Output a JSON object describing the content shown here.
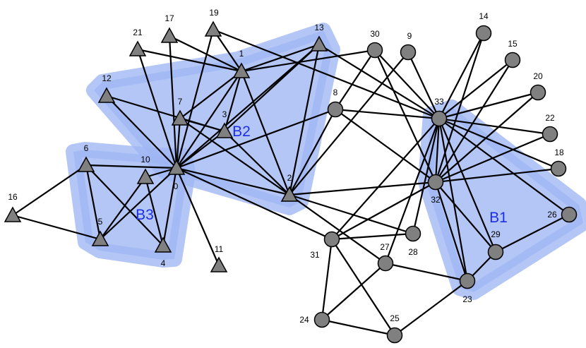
{
  "blocks": [
    {
      "id": "B1",
      "label": "B1",
      "color": "#9fb6f3"
    },
    {
      "id": "B2",
      "label": "B2",
      "color": "#9fb6f3"
    },
    {
      "id": "B3",
      "label": "B3",
      "color": "#9fb6f3"
    }
  ],
  "nodes": [
    {
      "id": "0",
      "label": "0",
      "shape": "triangle"
    },
    {
      "id": "1",
      "label": "1",
      "shape": "triangle"
    },
    {
      "id": "2",
      "label": "2",
      "shape": "triangle"
    },
    {
      "id": "3",
      "label": "3",
      "shape": "triangle"
    },
    {
      "id": "4",
      "label": "4",
      "shape": "triangle"
    },
    {
      "id": "5",
      "label": "5",
      "shape": "triangle"
    },
    {
      "id": "6",
      "label": "6",
      "shape": "triangle"
    },
    {
      "id": "7",
      "label": "7",
      "shape": "triangle"
    },
    {
      "id": "8",
      "label": "8",
      "shape": "circle"
    },
    {
      "id": "9",
      "label": "9",
      "shape": "circle"
    },
    {
      "id": "10",
      "label": "10",
      "shape": "triangle"
    },
    {
      "id": "11",
      "label": "11",
      "shape": "triangle"
    },
    {
      "id": "12",
      "label": "12",
      "shape": "triangle"
    },
    {
      "id": "13",
      "label": "13",
      "shape": "triangle"
    },
    {
      "id": "14",
      "label": "14",
      "shape": "circle"
    },
    {
      "id": "15",
      "label": "15",
      "shape": "circle"
    },
    {
      "id": "16",
      "label": "16",
      "shape": "triangle"
    },
    {
      "id": "17",
      "label": "17",
      "shape": "triangle"
    },
    {
      "id": "18",
      "label": "18",
      "shape": "circle"
    },
    {
      "id": "19",
      "label": "19",
      "shape": "triangle"
    },
    {
      "id": "20",
      "label": "20",
      "shape": "circle"
    },
    {
      "id": "21",
      "label": "21",
      "shape": "triangle"
    },
    {
      "id": "22",
      "label": "22",
      "shape": "circle"
    },
    {
      "id": "23",
      "label": "23",
      "shape": "circle"
    },
    {
      "id": "24",
      "label": "24",
      "shape": "circle"
    },
    {
      "id": "25",
      "label": "25",
      "shape": "circle"
    },
    {
      "id": "26",
      "label": "26",
      "shape": "circle"
    },
    {
      "id": "27",
      "label": "27",
      "shape": "circle"
    },
    {
      "id": "28",
      "label": "28",
      "shape": "circle"
    },
    {
      "id": "29",
      "label": "29",
      "shape": "circle"
    },
    {
      "id": "30",
      "label": "30",
      "shape": "circle"
    },
    {
      "id": "31",
      "label": "31",
      "shape": "circle"
    },
    {
      "id": "32",
      "label": "32",
      "shape": "circle"
    },
    {
      "id": "33",
      "label": "33",
      "shape": "circle"
    }
  ],
  "edges": [
    [
      "0",
      "1"
    ],
    [
      "0",
      "2"
    ],
    [
      "0",
      "3"
    ],
    [
      "0",
      "4"
    ],
    [
      "0",
      "5"
    ],
    [
      "0",
      "6"
    ],
    [
      "0",
      "7"
    ],
    [
      "0",
      "8"
    ],
    [
      "0",
      "10"
    ],
    [
      "0",
      "11"
    ],
    [
      "0",
      "12"
    ],
    [
      "0",
      "13"
    ],
    [
      "0",
      "17"
    ],
    [
      "0",
      "19"
    ],
    [
      "0",
      "21"
    ],
    [
      "0",
      "31"
    ],
    [
      "1",
      "2"
    ],
    [
      "1",
      "3"
    ],
    [
      "1",
      "7"
    ],
    [
      "1",
      "13"
    ],
    [
      "1",
      "17"
    ],
    [
      "1",
      "19"
    ],
    [
      "1",
      "21"
    ],
    [
      "1",
      "30"
    ],
    [
      "2",
      "3"
    ],
    [
      "2",
      "7"
    ],
    [
      "2",
      "8"
    ],
    [
      "2",
      "9"
    ],
    [
      "2",
      "13"
    ],
    [
      "2",
      "27"
    ],
    [
      "2",
      "28"
    ],
    [
      "2",
      "32"
    ],
    [
      "3",
      "7"
    ],
    [
      "3",
      "12"
    ],
    [
      "3",
      "13"
    ],
    [
      "4",
      "6"
    ],
    [
      "4",
      "10"
    ],
    [
      "5",
      "6"
    ],
    [
      "5",
      "10"
    ],
    [
      "5",
      "16"
    ],
    [
      "6",
      "16"
    ],
    [
      "8",
      "30"
    ],
    [
      "8",
      "32"
    ],
    [
      "8",
      "33"
    ],
    [
      "9",
      "33"
    ],
    [
      "13",
      "33"
    ],
    [
      "14",
      "32"
    ],
    [
      "14",
      "33"
    ],
    [
      "15",
      "32"
    ],
    [
      "15",
      "33"
    ],
    [
      "18",
      "32"
    ],
    [
      "18",
      "33"
    ],
    [
      "19",
      "33"
    ],
    [
      "20",
      "32"
    ],
    [
      "20",
      "33"
    ],
    [
      "22",
      "32"
    ],
    [
      "22",
      "33"
    ],
    [
      "23",
      "25"
    ],
    [
      "23",
      "27"
    ],
    [
      "23",
      "29"
    ],
    [
      "23",
      "32"
    ],
    [
      "23",
      "33"
    ],
    [
      "24",
      "25"
    ],
    [
      "24",
      "27"
    ],
    [
      "24",
      "31"
    ],
    [
      "25",
      "31"
    ],
    [
      "26",
      "29"
    ],
    [
      "26",
      "33"
    ],
    [
      "27",
      "33"
    ],
    [
      "28",
      "31"
    ],
    [
      "28",
      "33"
    ],
    [
      "29",
      "32"
    ],
    [
      "29",
      "33"
    ],
    [
      "30",
      "32"
    ],
    [
      "30",
      "33"
    ],
    [
      "31",
      "32"
    ],
    [
      "31",
      "33"
    ],
    [
      "32",
      "33"
    ]
  ]
}
